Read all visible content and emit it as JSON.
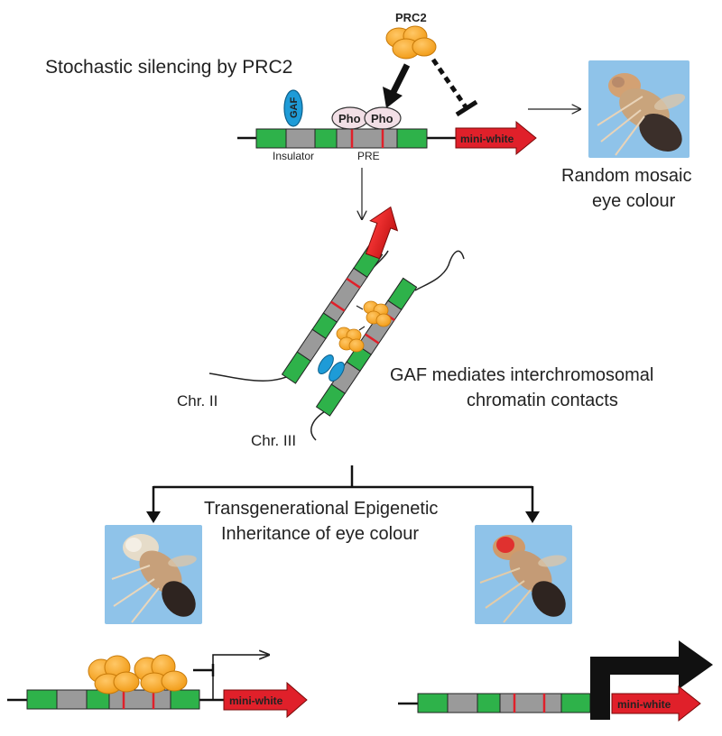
{
  "title": "Stochastic silencing by PRC2",
  "prc2_label": "PRC2",
  "gaf_label": "GAF",
  "pho_label": "Pho",
  "insulator_label": "Insulator",
  "pre_label": "PRE",
  "mini_white_label": "mini-white",
  "mosaic_label_line1": "Random mosaic",
  "mosaic_label_line2": "eye colour",
  "gaf_contacts_line1": "GAF mediates interchromosomal",
  "gaf_contacts_line2": "chromatin contacts",
  "chr2_label": "Chr. II",
  "chr3_label": "Chr. III",
  "inheritance_line1": "Transgenerational Epigenetic",
  "inheritance_line2": "Inheritance of eye colour",
  "colors": {
    "insulator_green": "#2eb24a",
    "pre_grey": "#9a9a9a",
    "pre_red_line": "#e0202a",
    "mini_white_red": "#e0202a",
    "prc2_orange": "#f5a623",
    "gaf_blue": "#1e9bd7",
    "pho_pink": "#f2dfe6",
    "photo_background": "#8fc3e9"
  }
}
